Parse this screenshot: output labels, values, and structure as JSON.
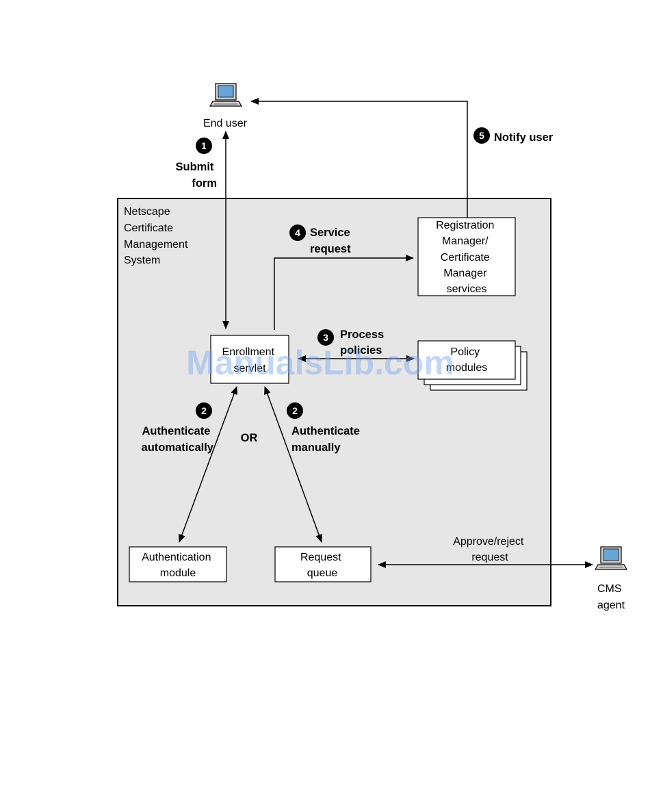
{
  "system_label": [
    "Netscape",
    "Certificate",
    "Management",
    "System"
  ],
  "end_user": {
    "label": "End user",
    "icon": "computer-icon"
  },
  "cms_agent": {
    "label": [
      "CMS",
      "agent"
    ],
    "icon": "computer-icon"
  },
  "boxes": {
    "enrollment": [
      "Enrollment",
      "servlet"
    ],
    "ra_services": [
      "Registration",
      "Manager/",
      "Certificate",
      "Manager",
      "services"
    ],
    "policy": [
      "Policy",
      "modules"
    ],
    "auth_module": [
      "Authentication",
      "module"
    ],
    "request_queue": [
      "Request",
      "queue"
    ]
  },
  "steps": {
    "s1": {
      "badge": "1",
      "label": [
        "Submit",
        "form"
      ]
    },
    "s2a": {
      "badge": "2",
      "label": [
        "Authenticate",
        "automatically"
      ]
    },
    "s2b": {
      "badge": "2",
      "label": [
        "Authenticate",
        "manually"
      ]
    },
    "or": "OR",
    "s3": {
      "badge": "3",
      "label": [
        "Process",
        "policies"
      ]
    },
    "s4": {
      "badge": "4",
      "label": [
        "Service",
        "request"
      ]
    },
    "s5": {
      "badge": "5",
      "label": "Notify user"
    }
  },
  "approve_label": [
    "Approve/reject",
    "request"
  ],
  "watermark": "ManualsLib.com",
  "colors": {
    "panel_fill": "#e6e6e6",
    "line": "#000000",
    "box_fill": "#ffffff",
    "watermark": "#7aa6f0"
  }
}
